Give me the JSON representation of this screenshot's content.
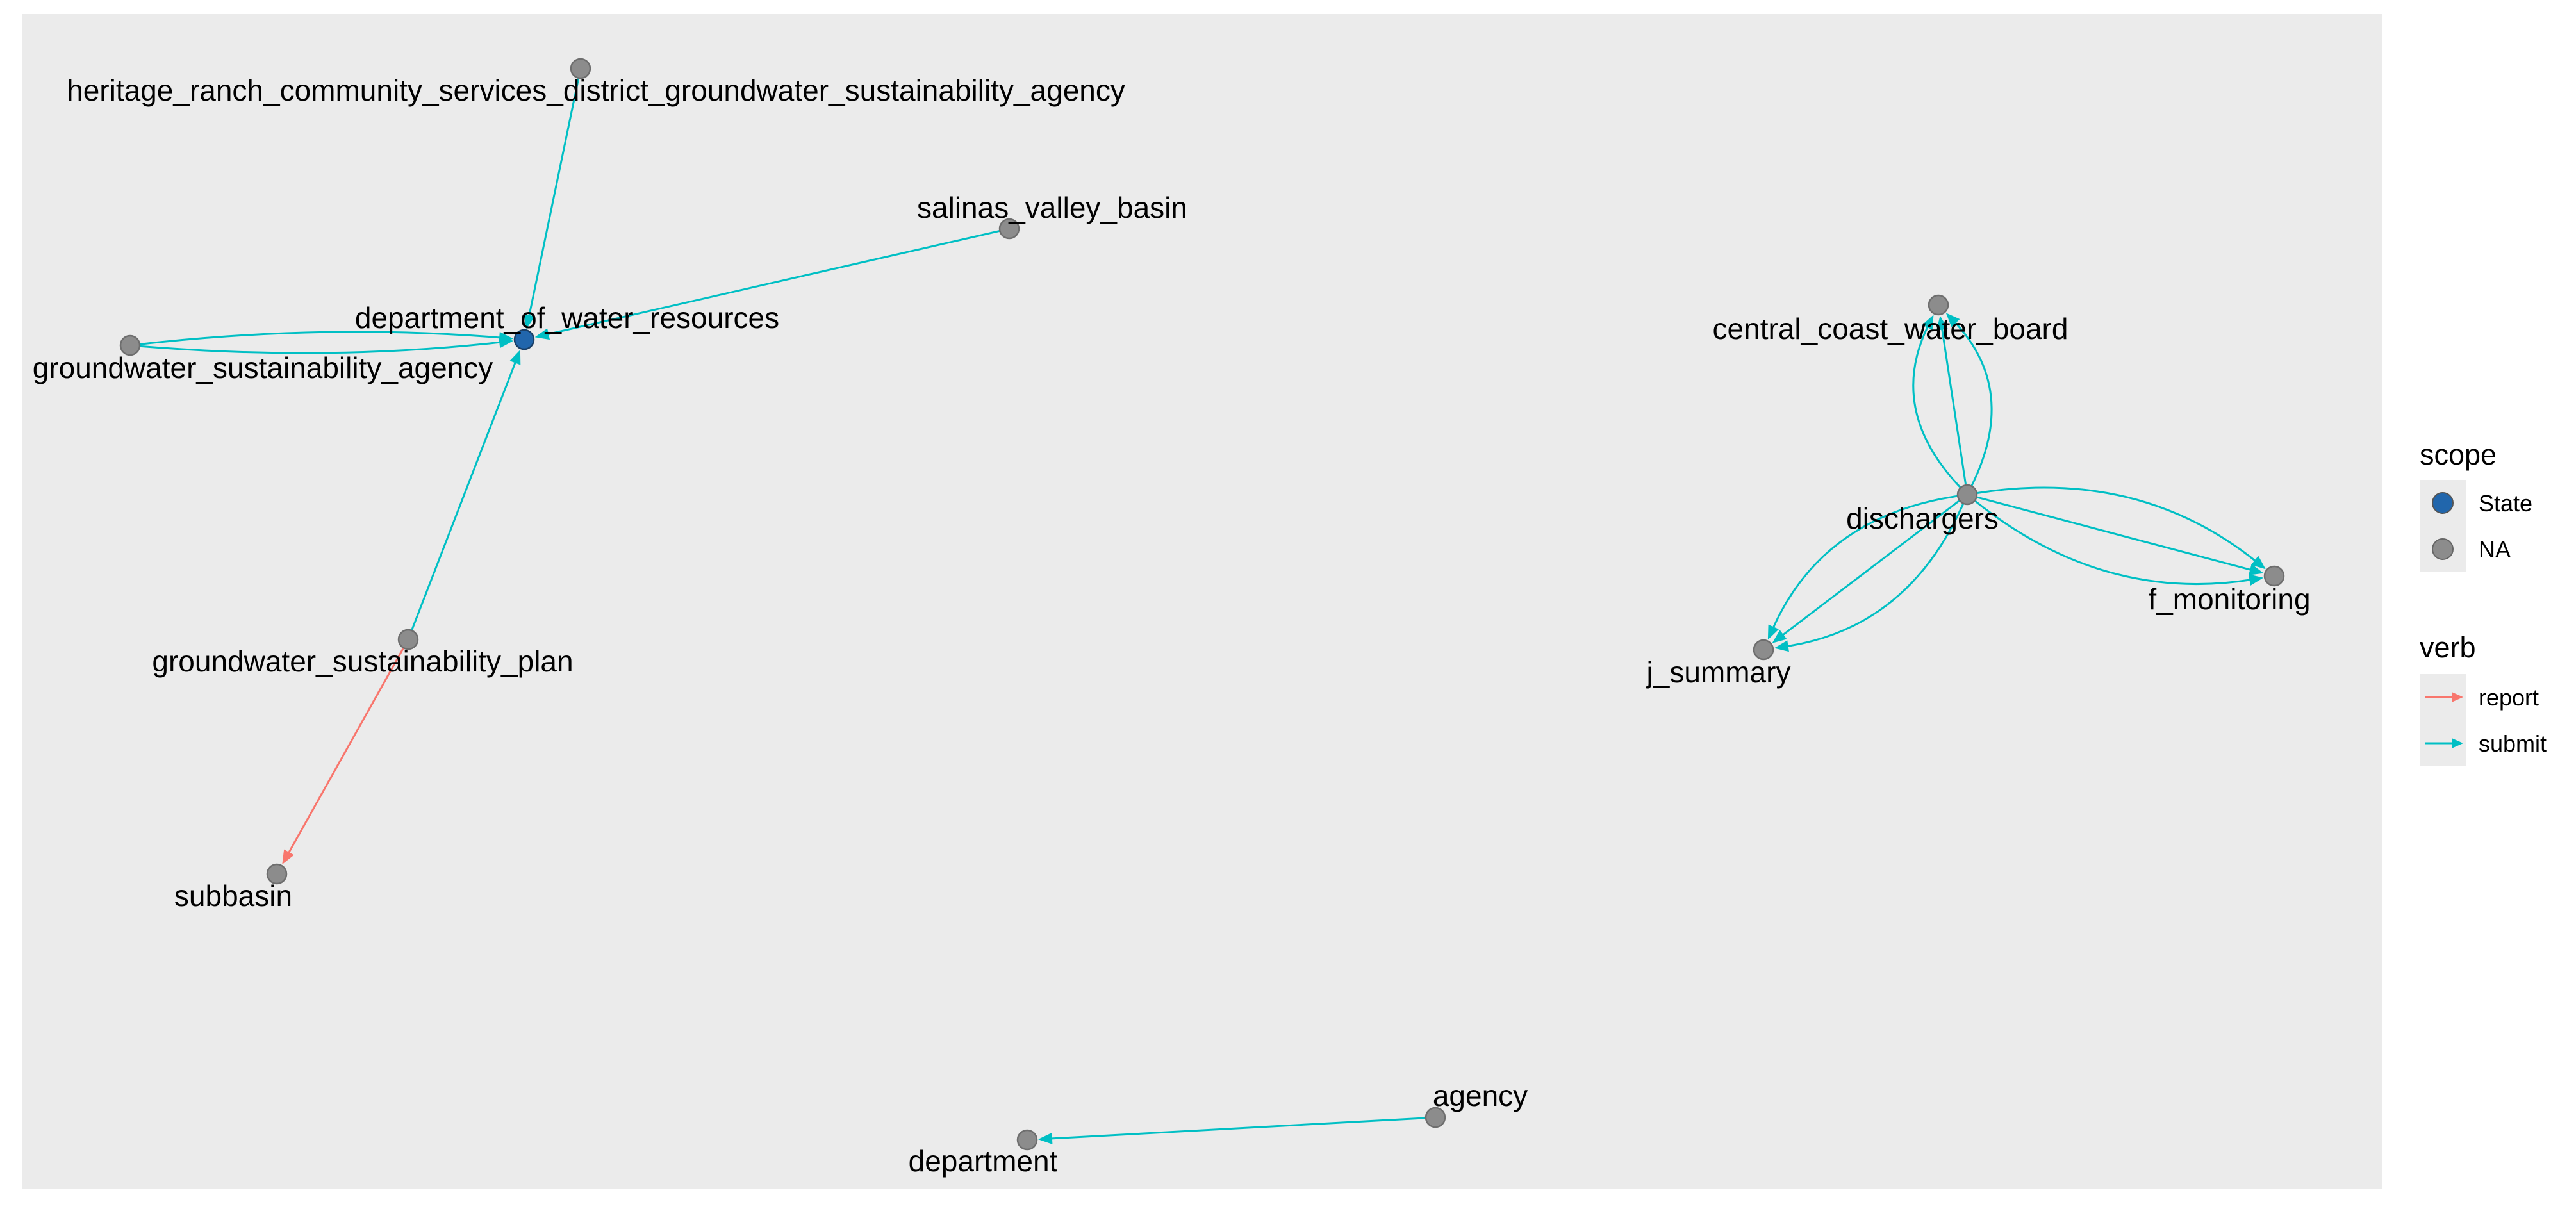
{
  "panel_background": "#ebebeb",
  "colors": {
    "state_node": "#2166ac",
    "na_node": "#8c8c8c",
    "report": "#f8766d",
    "submit": "#00bfc4"
  },
  "nodes": [
    {
      "id": "heritage",
      "label": "heritage_ranch_community_services_district_groundwater_sustainability_agency",
      "scope": "NA"
    },
    {
      "id": "salinas",
      "label": "salinas_valley_basin",
      "scope": "NA"
    },
    {
      "id": "dwr",
      "label": "department_of_water_resources",
      "scope": "State"
    },
    {
      "id": "gsa",
      "label": "groundwater_sustainability_agency",
      "scope": "NA"
    },
    {
      "id": "gsp",
      "label": "groundwater_sustainability_plan",
      "scope": "NA"
    },
    {
      "id": "subbasin",
      "label": "subbasin",
      "scope": "NA"
    },
    {
      "id": "ccwb",
      "label": "central_coast_water_board",
      "scope": "NA"
    },
    {
      "id": "dischargers",
      "label": "dischargers",
      "scope": "NA"
    },
    {
      "id": "fmon",
      "label": "f_monitoring",
      "scope": "NA"
    },
    {
      "id": "jsum",
      "label": "j_summary",
      "scope": "NA"
    },
    {
      "id": "agency",
      "label": "agency",
      "scope": "NA"
    },
    {
      "id": "department",
      "label": "department",
      "scope": "NA"
    }
  ],
  "edges": [
    {
      "from": "heritage",
      "to": "dwr",
      "verb": "submit"
    },
    {
      "from": "salinas",
      "to": "dwr",
      "verb": "submit"
    },
    {
      "from": "gsa",
      "to": "dwr",
      "verb": "submit"
    },
    {
      "from": "gsa",
      "to": "dwr",
      "verb": "submit"
    },
    {
      "from": "gsp",
      "to": "dwr",
      "verb": "submit"
    },
    {
      "from": "gsp",
      "to": "subbasin",
      "verb": "report"
    },
    {
      "from": "dischargers",
      "to": "ccwb",
      "verb": "submit"
    },
    {
      "from": "dischargers",
      "to": "ccwb",
      "verb": "submit"
    },
    {
      "from": "dischargers",
      "to": "ccwb",
      "verb": "submit"
    },
    {
      "from": "dischargers",
      "to": "fmon",
      "verb": "submit"
    },
    {
      "from": "dischargers",
      "to": "fmon",
      "verb": "submit"
    },
    {
      "from": "dischargers",
      "to": "fmon",
      "verb": "submit"
    },
    {
      "from": "dischargers",
      "to": "jsum",
      "verb": "submit"
    },
    {
      "from": "dischargers",
      "to": "jsum",
      "verb": "submit"
    },
    {
      "from": "dischargers",
      "to": "jsum",
      "verb": "submit"
    },
    {
      "from": "agency",
      "to": "department",
      "verb": "submit"
    }
  ],
  "legend": {
    "scope": {
      "title": "scope",
      "items": [
        {
          "label": "State",
          "color": "#2166ac"
        },
        {
          "label": "NA",
          "color": "#8c8c8c"
        }
      ]
    },
    "verb": {
      "title": "verb",
      "items": [
        {
          "label": "report",
          "color": "#f8766d"
        },
        {
          "label": "submit",
          "color": "#00bfc4"
        }
      ]
    }
  }
}
